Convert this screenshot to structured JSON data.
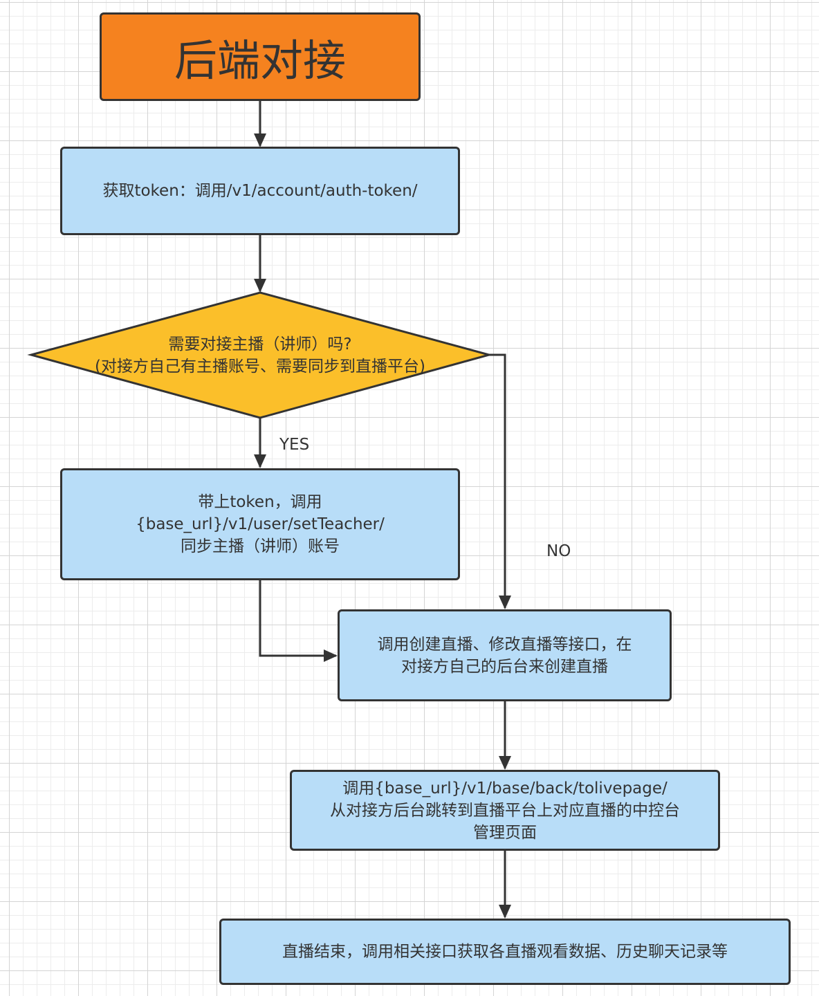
{
  "title": "后端对接",
  "nodes": {
    "get_token": "获取token：调用/v1/account/auth-token/",
    "decision": {
      "line1": "需要对接主播（讲师）吗?",
      "line2": "(对接方自己有主播账号、需要同步到直播平台)"
    },
    "sync_teacher": {
      "line1": "带上token，调用",
      "line2": "{base_url}/v1/user/setTeacher/",
      "line3": "同步主播（讲师）账号"
    },
    "create_live": {
      "line1": "调用创建直播、修改直播等接口，在",
      "line2": "对接方自己的后台来创建直播"
    },
    "to_live_page": {
      "line1": "调用{base_url}/v1/base/back/tolivepage/",
      "line2": "从对接方后台跳转到直播平台上对应直播的中控台",
      "line3": "管理页面"
    },
    "live_end": "直播结束，调用相关接口获取各直播观看数据、历史聊天记录等"
  },
  "edge_labels": {
    "yes": "YES",
    "no": "NO"
  },
  "colors": {
    "title_fill": "#f5821f",
    "process_fill": "#b8ddf8",
    "decision_fill": "#fbbf2a",
    "stroke": "#333333"
  }
}
